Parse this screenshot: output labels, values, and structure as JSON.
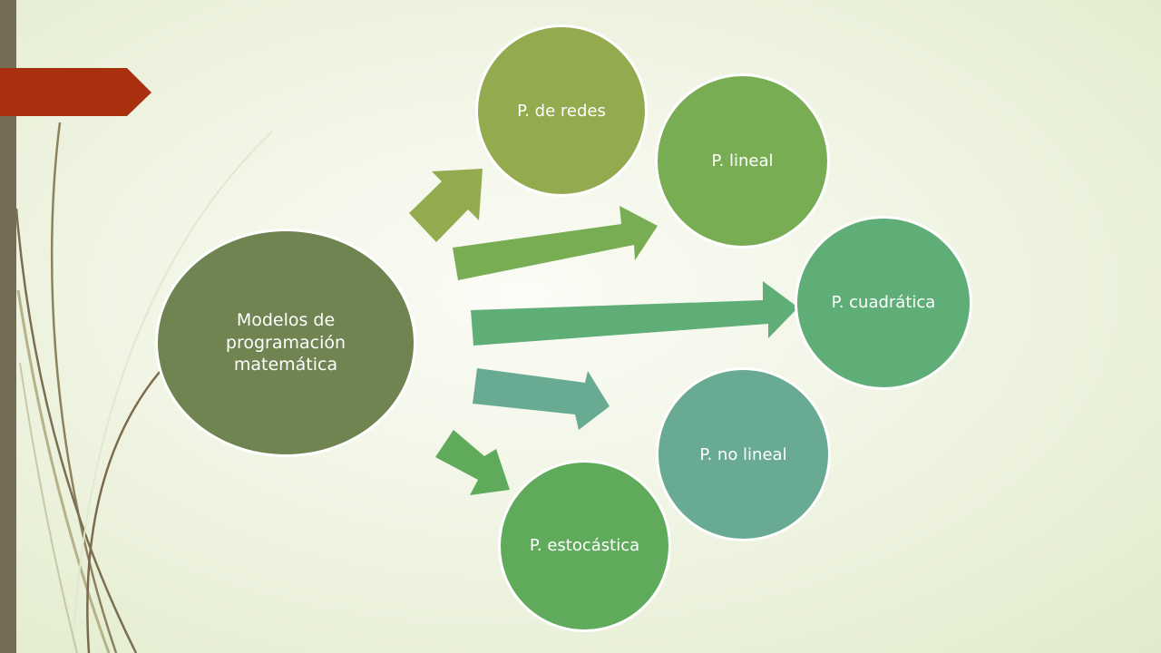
{
  "diagram": {
    "center": {
      "label": "Modelos de programación matemática"
    },
    "nodes": [
      {
        "id": "redes",
        "label": "P. de redes"
      },
      {
        "id": "lineal",
        "label": "P. lineal"
      },
      {
        "id": "cuadratica",
        "label": "P. cuadrática"
      },
      {
        "id": "no-lineal",
        "label": "P. no lineal"
      },
      {
        "id": "estocastica",
        "label": "P. estocástica"
      }
    ]
  },
  "colors": {
    "center": "#6f8450",
    "redes": "#93aa4e",
    "lineal": "#79ad54",
    "cuadratica": "#60ae77",
    "no_lineal": "#69aa92",
    "estocastica": "#5fab5b",
    "accent_tag": "#a8300f",
    "side_bar": "#756c55"
  }
}
